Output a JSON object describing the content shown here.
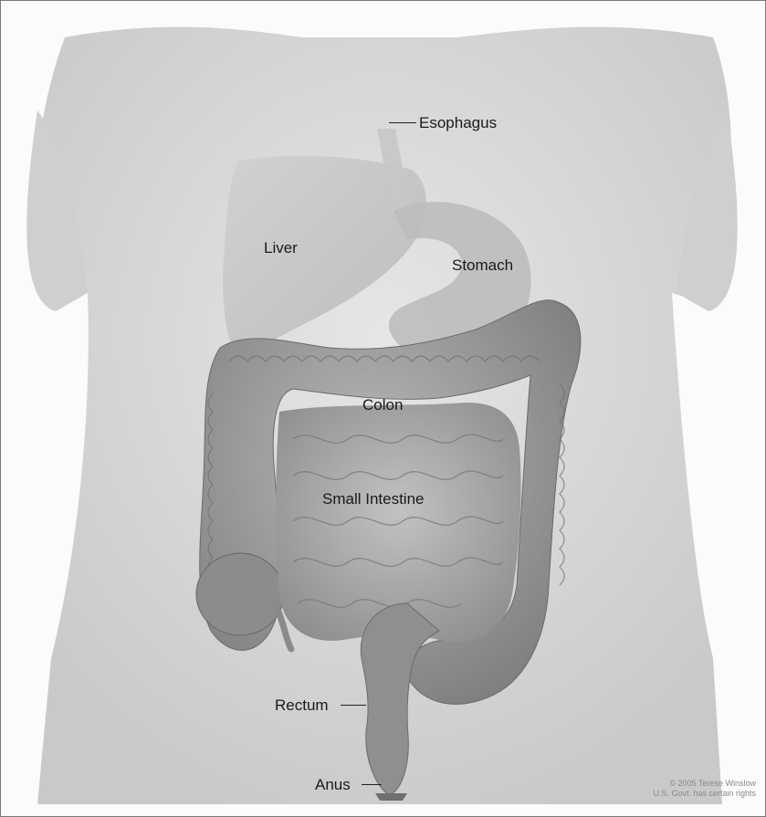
{
  "labels": {
    "esophagus": "Esophagus",
    "liver": "Liver",
    "stomach": "Stomach",
    "colon": "Colon",
    "small_intestine": "Small Intestine",
    "rectum": "Rectum",
    "anus": "Anus"
  },
  "credit": {
    "line1": "© 2005 Terese Winslow",
    "line2": "U.S. Govt. has certain rights"
  },
  "colors": {
    "torso": "#dcdcdc",
    "organ_dark": "#8a8a8a",
    "organ_mid": "#a9a9a9",
    "organ_light": "#c4c4c4",
    "ink": "#1a1a1a"
  }
}
